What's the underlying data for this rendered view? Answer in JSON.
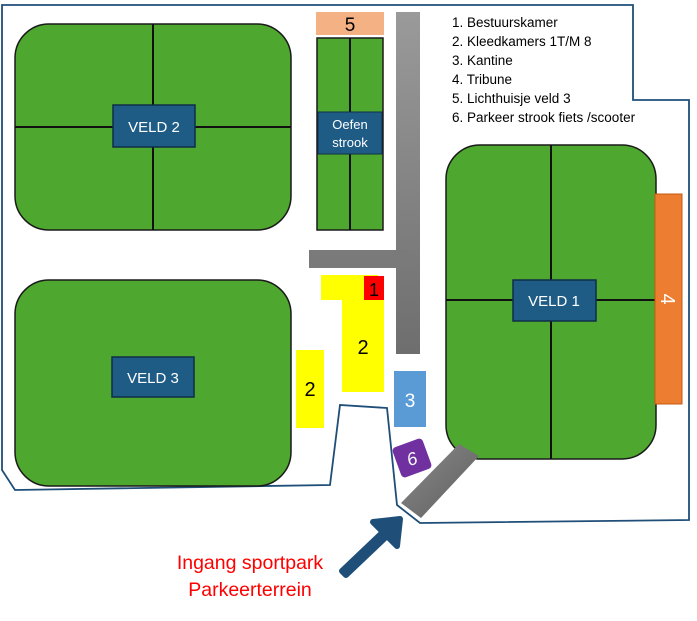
{
  "fields": {
    "veld2": "VELD 2",
    "veld3": "VELD 3",
    "veld1": "VELD 1",
    "oefen_line1": "Oefen",
    "oefen_line2": "strook"
  },
  "markers": {
    "m1": "1",
    "m2a": "2",
    "m2b": "2",
    "m3": "3",
    "m4": "4",
    "m5": "5",
    "m6": "6"
  },
  "legend": [
    "1. Bestuurskamer",
    "2. Kleedkamers 1T/M 8",
    "3. Kantine",
    "4. Tribune",
    "5. Lichthuisje veld 3",
    "6. Parkeer strook fiets /scooter"
  ],
  "entrance": {
    "line1": "Ingang sportpark",
    "line2": "Parkeerterrein"
  },
  "colors": {
    "field_green": "#4ea72e",
    "label_blue": "#1f5c85",
    "yellow": "#ffff00",
    "red": "#ff0000",
    "light_blue": "#5b9bd5",
    "orange": "#ed7d31",
    "salmon": "#f4b183",
    "purple": "#7030a0",
    "gray_path": "#7f7f7f",
    "entrance_red": "#ff0000",
    "arrow": "#1f4e79"
  }
}
